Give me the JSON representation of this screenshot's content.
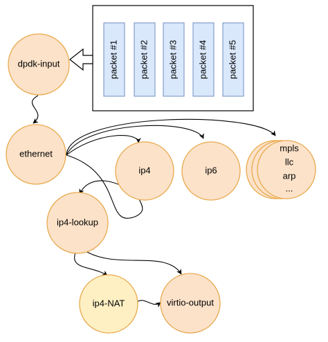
{
  "diagram": {
    "packets": [
      "packet #1",
      "packet #2",
      "packet #3",
      "packet #4",
      "packet #5"
    ],
    "nodes": {
      "dpdk_input": "dpdk-input",
      "ethernet": "ethernet",
      "ip4": "ip4",
      "ip6": "ip6",
      "mpls_lines": [
        "mpls",
        "llc",
        "arp",
        "..."
      ],
      "ip4_lookup": "ip4-lookup",
      "ip4_nat": "ip4-NAT",
      "virtio_output": "virtio-output"
    },
    "colors": {
      "node_fill": "#fce2c9",
      "node_fill_light": "#fff0c4",
      "node_stroke": "#e8a94d",
      "packet_fill": "#dae8fc",
      "packet_stroke": "#6c8ebf",
      "edge": "#000000"
    }
  }
}
